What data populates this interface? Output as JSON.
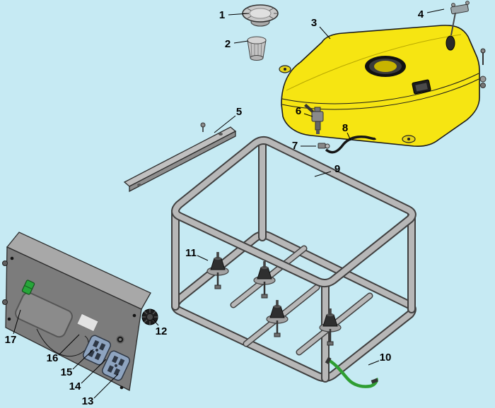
{
  "diagram": {
    "kind": "exploded-parts-diagram"
  },
  "callouts": [
    {
      "label": "1"
    },
    {
      "label": "2"
    },
    {
      "label": "3"
    },
    {
      "label": "4"
    },
    {
      "label": "5"
    },
    {
      "label": "6"
    },
    {
      "label": "7"
    },
    {
      "label": "8"
    },
    {
      "label": "9"
    },
    {
      "label": "10"
    },
    {
      "label": "11"
    },
    {
      "label": "12"
    },
    {
      "label": "13"
    },
    {
      "label": "14"
    },
    {
      "label": "15"
    },
    {
      "label": "16"
    },
    {
      "label": "17"
    }
  ],
  "colors": {
    "background": "#c6eaf3",
    "tank_yellow": "#f6e512",
    "tank_shade": "#d9c400",
    "frame_tube": "#b7b7b7",
    "frame_outline": "#3f3f3f",
    "panel_face": "#7c7c7c",
    "panel_top": "#a8a8a8",
    "outlet_blue": "#8ea4c0",
    "hose_green": "#2f9e33",
    "metal_gray": "#c9c9c9",
    "line_black": "#000000"
  }
}
